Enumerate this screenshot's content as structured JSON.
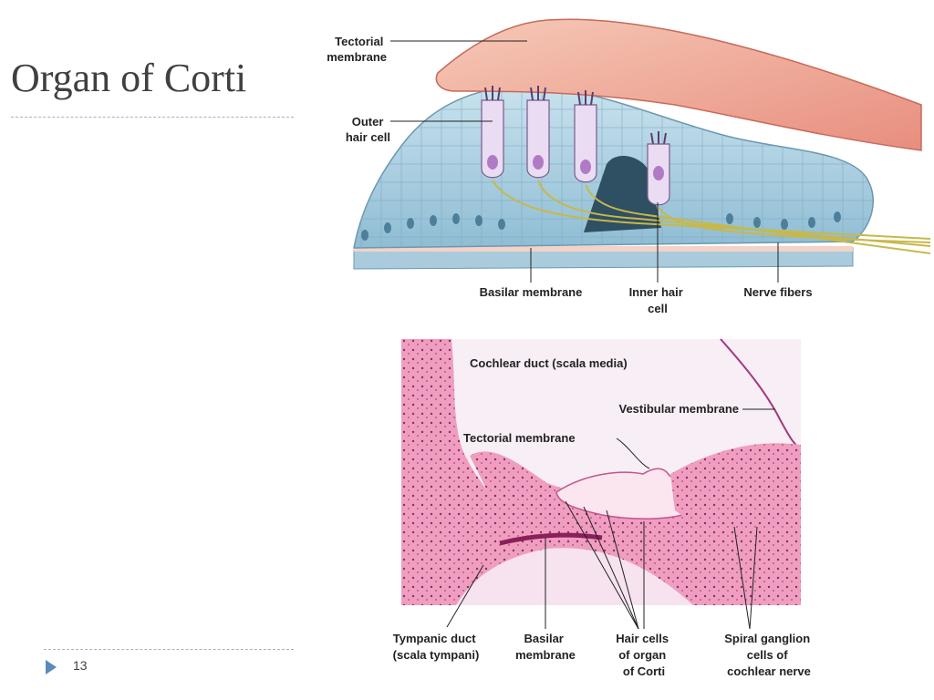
{
  "slide": {
    "title": "Organ of Corti",
    "page_number": "13"
  },
  "top_diagram": {
    "labels": {
      "tectorial": [
        "Tectorial",
        "membrane"
      ],
      "outer_hair_cell": [
        "Outer",
        "hair cell"
      ],
      "basilar": [
        "Basilar membrane"
      ],
      "inner_hair_cell": [
        "Inner hair",
        "cell"
      ],
      "nerve_fibers": [
        "Nerve fibers"
      ]
    }
  },
  "micrograph": {
    "labels": {
      "cochlear_duct": [
        "Cochlear duct (scala media)"
      ],
      "vestibular_membrane": [
        "Vestibular membrane"
      ],
      "tectorial_membrane": [
        "Tectorial membrane"
      ],
      "tympanic_duct": [
        "Tympanic duct",
        "(scala tympani)"
      ],
      "basilar_membrane": [
        "Basilar",
        "membrane"
      ],
      "hair_cells": [
        "Hair cells",
        "of organ",
        "of Corti"
      ],
      "spiral_ganglion": [
        "Spiral ganglion",
        "cells of",
        "cochlear nerve"
      ]
    }
  }
}
